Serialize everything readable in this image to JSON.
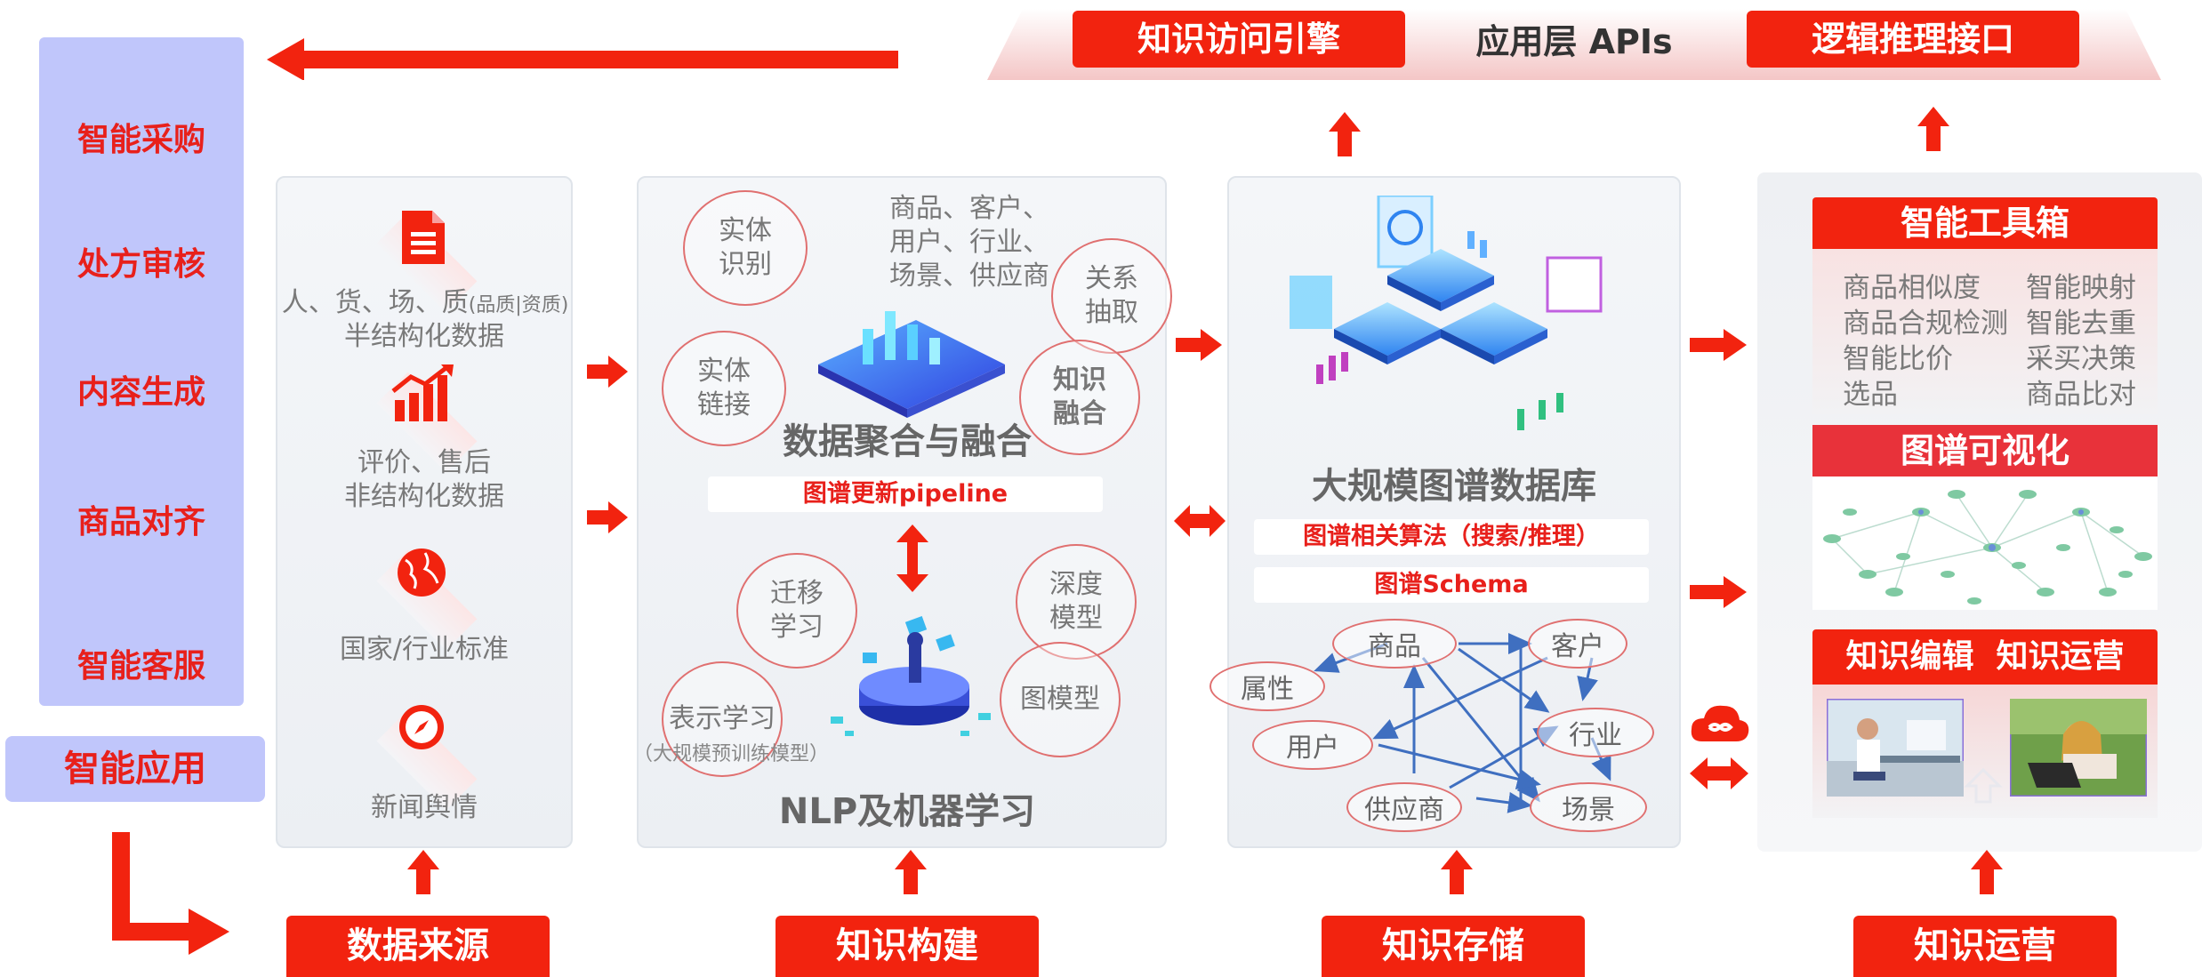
{
  "colors": {
    "accent": "#f2230f",
    "sidebar": "#bfc6fa",
    "panel": "#eef1f5"
  },
  "top": {
    "left_label": "知识访问引擎",
    "center_label": "应用层 APIs",
    "right_label": "逻辑推理接口"
  },
  "sidebar": {
    "items": [
      {
        "label": "智能采购"
      },
      {
        "label": "处方审核"
      },
      {
        "label": "内容生成"
      },
      {
        "label": "商品对齐"
      },
      {
        "label": "智能客服"
      }
    ],
    "footer": "智能应用"
  },
  "sources": {
    "items": [
      {
        "icon": "document-icon",
        "line1": "人、货、场、质",
        "line1_small": "(品质|资质)",
        "line2": "半结构化数据"
      },
      {
        "icon": "growth-chart-icon",
        "line1": "评价、售后",
        "line2": "非结构化数据"
      },
      {
        "icon": "globe-icon",
        "line1": "国家/行业标准",
        "line2": ""
      },
      {
        "icon": "compass-icon",
        "line1": "新闻舆情",
        "line2": ""
      }
    ]
  },
  "build": {
    "top_circles": [
      {
        "label": "实体\n识别"
      },
      {
        "label": "实体\n链接"
      },
      {
        "label": "关系\n抽取"
      },
      {
        "label": "知识\n融合"
      }
    ],
    "entity_text": "商品、客户、\n用户、行业、\n场景、供应商",
    "fusion_title": "数据聚合与融合",
    "pipeline": "图谱更新pipeline",
    "bottom_circles": [
      {
        "label": "迁移\n学习"
      },
      {
        "label": "深度\n模型"
      },
      {
        "label": "表示学习"
      },
      {
        "label": "图模型"
      }
    ],
    "pretrain_note": "（大规模预训练模型）",
    "nlp_title": "NLP及机器学习"
  },
  "storage": {
    "title": "大规模图谱数据库",
    "algo": "图谱相关算法（搜索/推理）",
    "schema": "图谱Schema",
    "nodes": [
      {
        "label": "商品"
      },
      {
        "label": "客户"
      },
      {
        "label": "属性"
      },
      {
        "label": "用户"
      },
      {
        "label": "行业"
      },
      {
        "label": "供应商"
      },
      {
        "label": "场景"
      }
    ]
  },
  "ops": {
    "toolbox_title": "智能工具箱",
    "tools_left": [
      "商品相似度",
      "商品合规检测",
      "智能比价",
      "选品"
    ],
    "tools_right": [
      "智能映射",
      "智能去重",
      "采买决策",
      "商品比对"
    ],
    "vis_title": "图谱可视化",
    "edit_title": "知识编辑  知识运营"
  },
  "bottom": {
    "labels": [
      "数据来源",
      "知识构建",
      "知识存储",
      "知识运营"
    ]
  }
}
